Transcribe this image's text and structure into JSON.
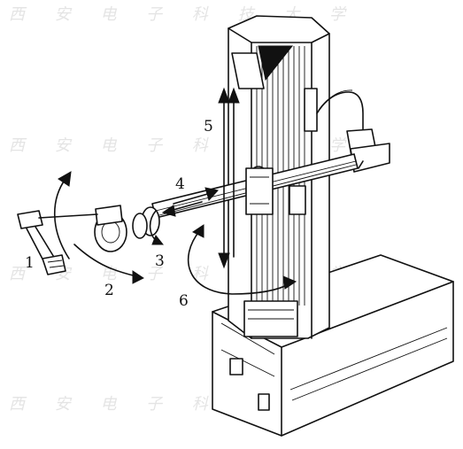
{
  "labels": {
    "l1": "1",
    "l2": "2",
    "l3": "3",
    "l4": "4",
    "l5": "5",
    "l6": "6"
  },
  "watermark": {
    "row1": "西 安 电 子 科 技 大 学",
    "row2": "西 安 电 子 科 技 大 学",
    "row3": "西 安 电 子 科 技 大 学",
    "row4": "西 安 电 子 科 技 大 学"
  }
}
